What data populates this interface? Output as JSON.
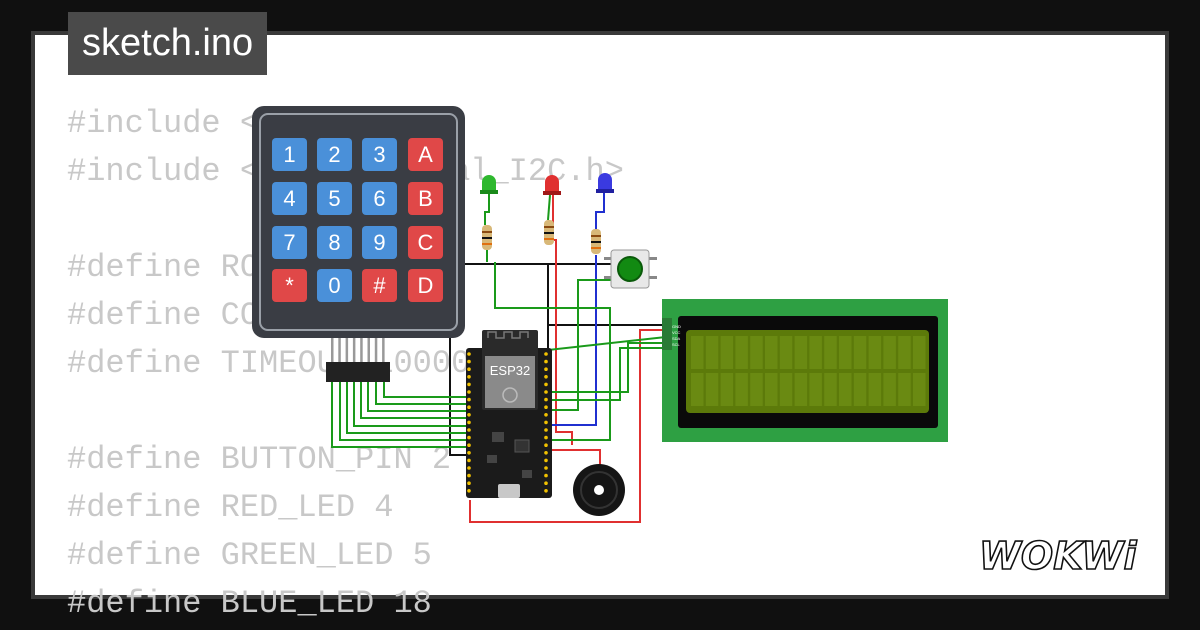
{
  "file": {
    "name": "sketch.ino"
  },
  "code_lines": [
    "#include <",
    "#include <",
    "",
    "#define RO",
    "#define CO",
    "#define TIMEOUT 10000",
    "",
    "#define BUTTON_PIN 2",
    "#define RED_LED 4",
    "#define GREEN_LED 5",
    "#define BLUE_LED 18"
  ],
  "code_fragment": "ral_I2C.h>",
  "keypad": {
    "keys": [
      "1",
      "2",
      "3",
      "A",
      "4",
      "5",
      "6",
      "B",
      "7",
      "8",
      "9",
      "C",
      "*",
      "0",
      "#",
      "D"
    ]
  },
  "board": {
    "label": "ESP32"
  },
  "lcd": {
    "pins": [
      "GND",
      "VCC",
      "SDA",
      "SCL"
    ]
  },
  "colors": {
    "key_blue": "#4a90d9",
    "key_red": "#e04848",
    "lcd_green": "#2ea043",
    "lcd_screen": "#5c7a0a"
  },
  "logo": {
    "text": "WOKWi",
    "icon": "wokwi-logo"
  }
}
